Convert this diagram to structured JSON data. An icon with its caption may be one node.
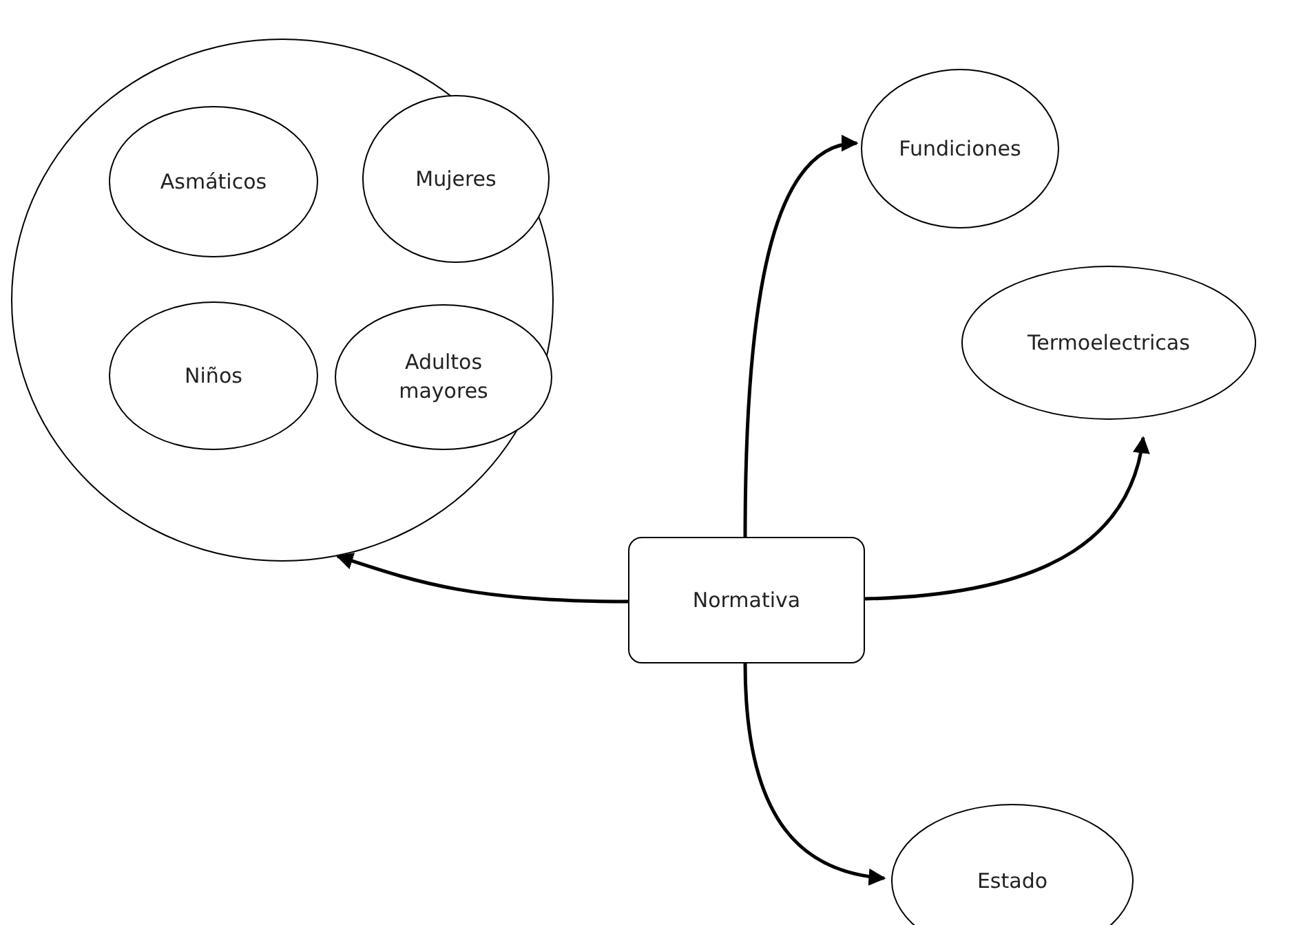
{
  "diagram": {
    "nodes": [
      {
        "text": [],
        "shape": "circle"
      },
      {
        "text": [
          "Asmáticos"
        ],
        "in": 0
      },
      {
        "text": [
          "Mujeres"
        ],
        "in": 0
      },
      {
        "text": [
          "Niños"
        ],
        "in": 0
      },
      {
        "text": [
          "Adultos mayores"
        ],
        "in": 0
      },
      {
        "text": [
          "Fundiciones"
        ]
      },
      {
        "text": [
          "Termoelectricas"
        ]
      },
      {
        "text": [
          "Normativa"
        ]
      },
      {
        "text": [
          "Estado"
        ]
      }
    ],
    "edges": [
      {
        "from": 7,
        "to": 0,
        "arrow": "to"
      },
      {
        "from": 7,
        "to": 5,
        "arrow": "to"
      },
      {
        "from": 7,
        "to": 6,
        "arrow": "to"
      },
      {
        "from": 7,
        "to": 8,
        "arrow": "to"
      }
    ]
  }
}
